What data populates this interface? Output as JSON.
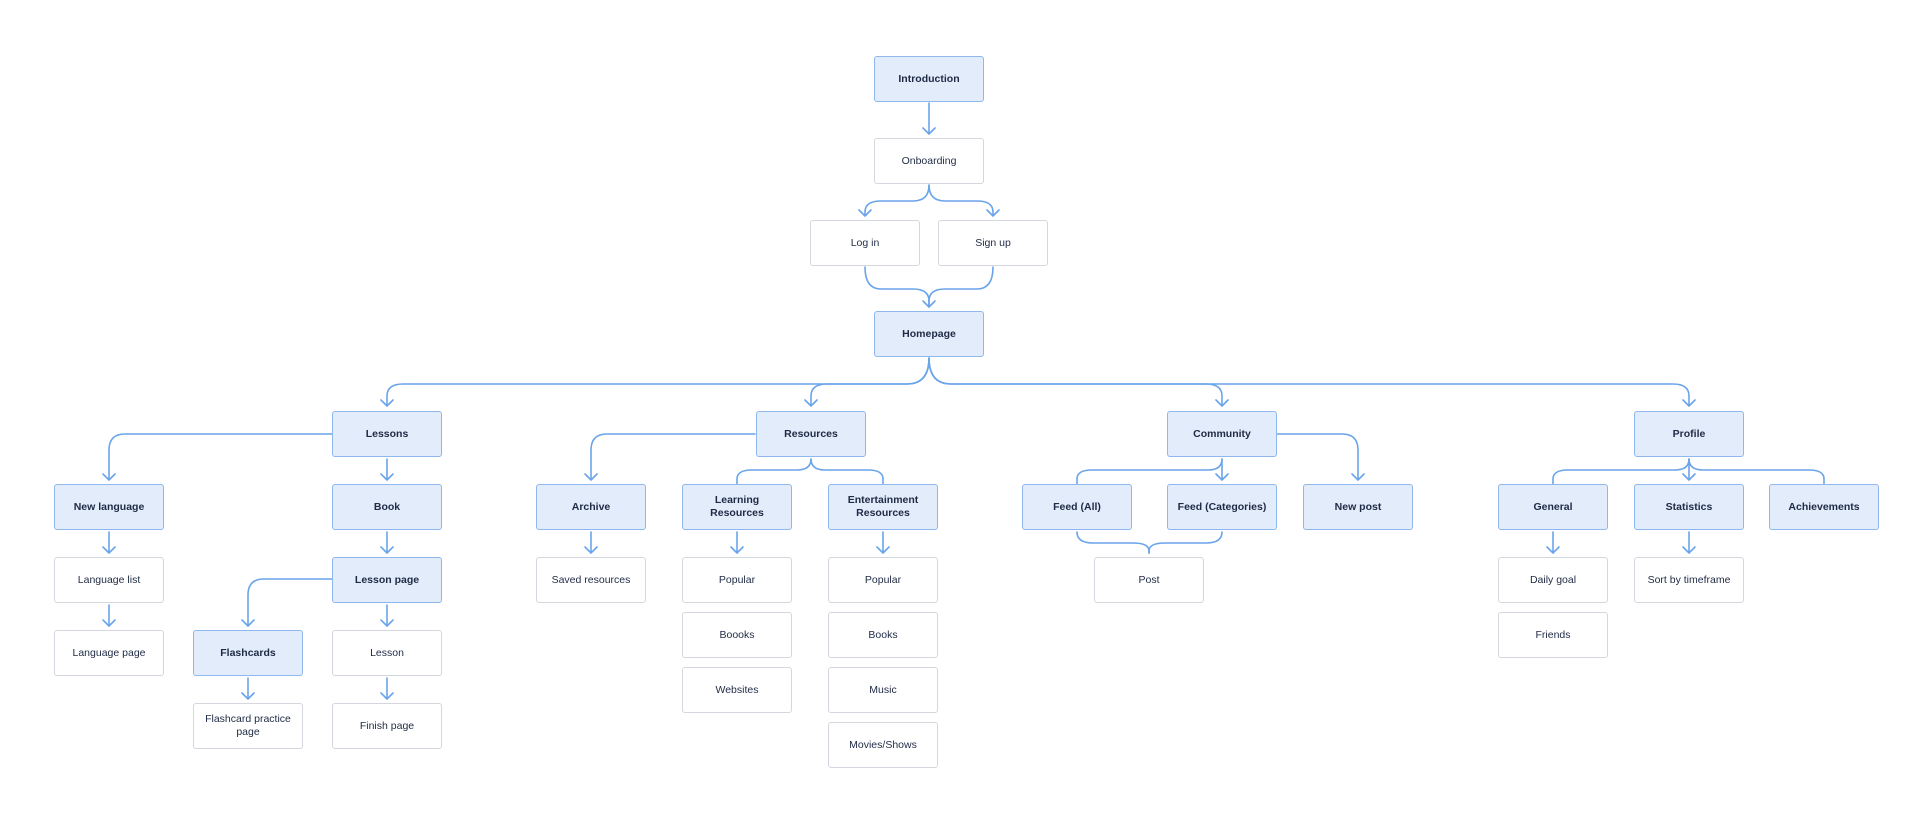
{
  "colors": {
    "connector": "#6aa4ea",
    "primary_fill": "#e2ecfb",
    "primary_border": "#8fb8ee",
    "secondary_fill": "#ffffff",
    "secondary_border": "#d4d7dd",
    "text": "#1f2a44"
  },
  "nodes": {
    "introduction": "Introduction",
    "onboarding": "Onboarding",
    "log_in": "Log in",
    "sign_up": "Sign up",
    "homepage": "Homepage",
    "lessons": "Lessons",
    "resources": "Resources",
    "community": "Community",
    "profile": "Profile",
    "new_language": "New language",
    "language_list": "Language list",
    "language_page": "Language page",
    "book": "Book",
    "lesson_page": "Lesson page",
    "flashcards": "Flashcards",
    "flashcard_practice_page": "Flashcard practice page",
    "lesson": "Lesson",
    "finish_page": "Finish page",
    "archive": "Archive",
    "saved_resources": "Saved resources",
    "learning_resources": "Learning Resources",
    "learning_popular": "Popular",
    "learning_books": "Boooks",
    "learning_websites": "Websites",
    "entertainment_resources": "Entertainment Resources",
    "ent_popular": "Popular",
    "ent_books": "Books",
    "ent_music": "Music",
    "ent_movies_shows": "Movies/Shows",
    "feed_all": "Feed (All)",
    "feed_categories": "Feed (Categories)",
    "post": "Post",
    "new_post": "New post",
    "general": "General",
    "daily_goal": "Daily goal",
    "friends": "Friends",
    "statistics": "Statistics",
    "sort_by_timeframe": "Sort by timeframe",
    "achievements": "Achievements"
  }
}
